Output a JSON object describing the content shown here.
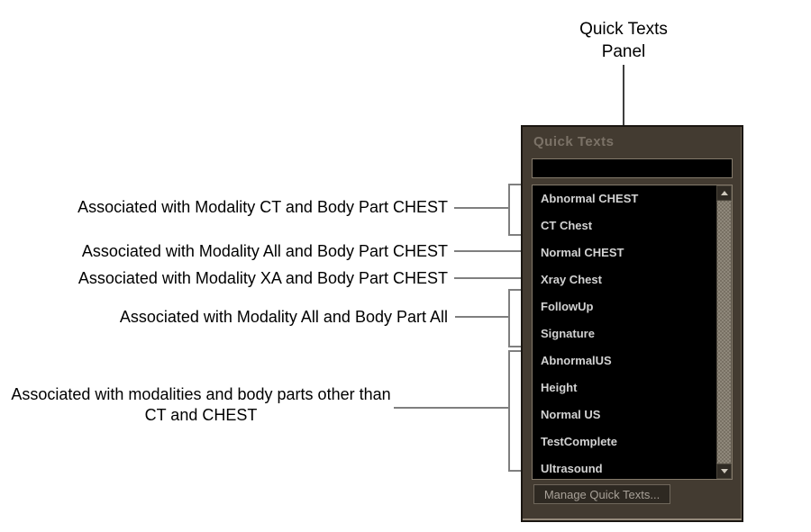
{
  "callout": {
    "label": "Quick Texts Panel"
  },
  "panel": {
    "title": "Quick Texts",
    "input_value": "",
    "list_items": [
      "Abnormal CHEST",
      "CT Chest",
      "Normal CHEST",
      "Xray Chest",
      "FollowUp",
      "Signature",
      "AbnormalUS",
      "Height",
      "Normal US",
      "TestComplete",
      "Ultrasound"
    ],
    "manage_button_label": "Manage Quick Texts..."
  },
  "annotations": [
    "Associated with Modality CT and Body Part CHEST",
    "Associated with Modality All and Body Part CHEST",
    "Associated with Modality XA and Body Part CHEST",
    "Associated with Modality All and Body Part All",
    "Associated with modalities and body parts other than CT and CHEST"
  ],
  "icons": {
    "scroll_up": "scroll-up-arrow",
    "scroll_down": "scroll-down-arrow"
  },
  "colors": {
    "panel_bg": "#433b31",
    "panel_border": "#1a1611",
    "list_bg": "#000000",
    "list_text": "#d2d2d2",
    "title_text": "#7b7267",
    "field_border": "#847a6b",
    "button_bg": "#2e2922",
    "button_text": "#a8a198",
    "scroll_thumb": "#8f887b",
    "leader_line": "#7f7f7f"
  }
}
